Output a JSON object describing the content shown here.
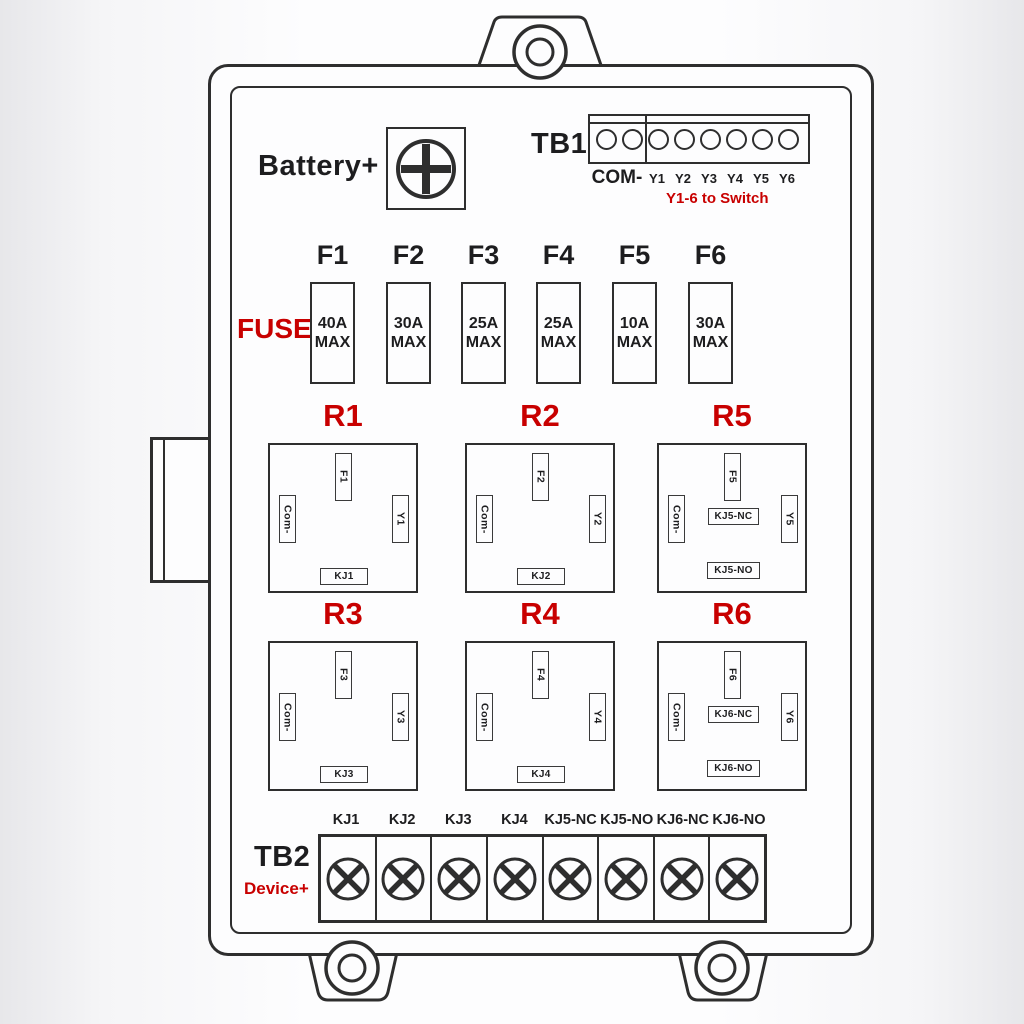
{
  "battery": {
    "label": "Battery+"
  },
  "tb1": {
    "label": "TB1",
    "com_label": "COM-",
    "terminals": [
      "Y1",
      "Y2",
      "Y3",
      "Y4",
      "Y5",
      "Y6"
    ],
    "note": "Y1-6 to Switch"
  },
  "fuse_section": {
    "label": "FUSE"
  },
  "fuses": [
    {
      "name": "F1",
      "rating": "40A",
      "unit": "MAX"
    },
    {
      "name": "F2",
      "rating": "30A",
      "unit": "MAX"
    },
    {
      "name": "F3",
      "rating": "25A",
      "unit": "MAX"
    },
    {
      "name": "F4",
      "rating": "25A",
      "unit": "MAX"
    },
    {
      "name": "F5",
      "rating": "10A",
      "unit": "MAX"
    },
    {
      "name": "F6",
      "rating": "30A",
      "unit": "MAX"
    }
  ],
  "relays": [
    {
      "name": "R1",
      "fuse_pin": "F1",
      "com_pin": "Com-",
      "switch_pin": "Y1",
      "coil_pin": "KJ1"
    },
    {
      "name": "R2",
      "fuse_pin": "F2",
      "com_pin": "Com-",
      "switch_pin": "Y2",
      "coil_pin": "KJ2"
    },
    {
      "name": "R5",
      "fuse_pin": "F5",
      "com_pin": "Com-",
      "switch_pin": "Y5",
      "nc_pin": "KJ5-NC",
      "no_pin": "KJ5-NO"
    },
    {
      "name": "R3",
      "fuse_pin": "F3",
      "com_pin": "Com-",
      "switch_pin": "Y3",
      "coil_pin": "KJ3"
    },
    {
      "name": "R4",
      "fuse_pin": "F4",
      "com_pin": "Com-",
      "switch_pin": "Y4",
      "coil_pin": "KJ4"
    },
    {
      "name": "R6",
      "fuse_pin": "F6",
      "com_pin": "Com-",
      "switch_pin": "Y6",
      "nc_pin": "KJ6-NC",
      "no_pin": "KJ6-NO"
    }
  ],
  "tb2": {
    "label": "TB2",
    "sublabel": "Device+",
    "terminals": [
      "KJ1",
      "KJ2",
      "KJ3",
      "KJ4",
      "KJ5-NC",
      "KJ5-NO",
      "KJ6-NC",
      "KJ6-NO"
    ]
  },
  "colors": {
    "accent_red": "#c80000",
    "line": "#2e2e2e"
  }
}
